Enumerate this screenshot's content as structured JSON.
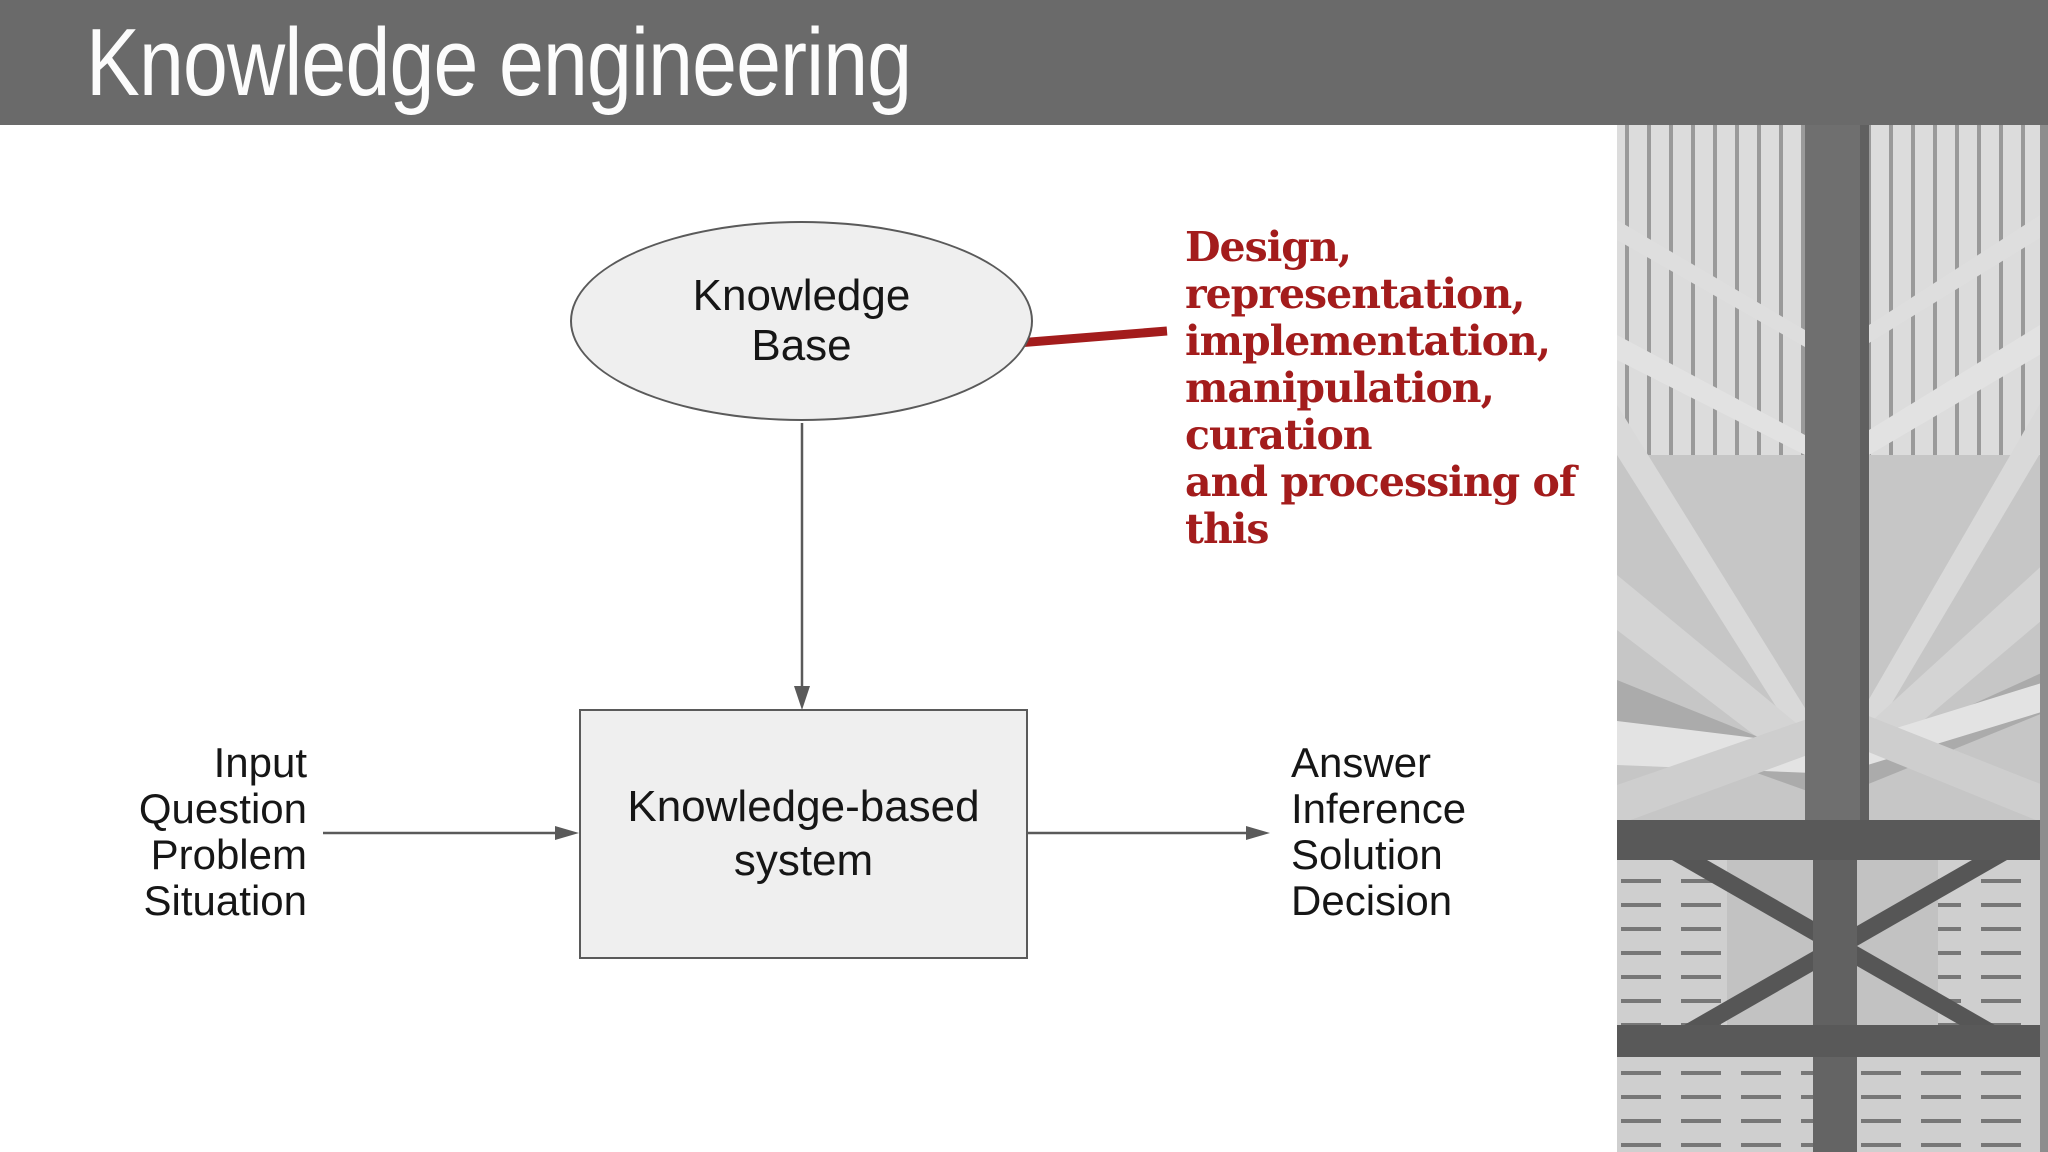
{
  "header": {
    "title": "Knowledge engineering"
  },
  "diagram": {
    "knowledge_base": {
      "lines": [
        "Knowledge",
        "Base"
      ]
    },
    "knowledge_based_system": {
      "lines": [
        "Knowledge-based",
        "system"
      ]
    },
    "inputs": [
      "Input",
      "Question",
      "Problem",
      "Situation"
    ],
    "outputs": [
      "Answer",
      "Inference",
      "Solution",
      "Decision"
    ],
    "annotation": {
      "lines": [
        "Design, representation,",
        "implementation,",
        "manipulation, curation",
        "and processing of this"
      ]
    }
  },
  "colors": {
    "header_bar": "#6a6a6a",
    "title_text": "#fcfcfc",
    "node_fill": "#efefef",
    "node_border": "#5a5a5a",
    "connector_gray": "#5a5a5a",
    "annotation_red": "#a31c1c",
    "body_text": "#161616"
  },
  "media": {
    "side_image": "grayscale-roof-truss-photograph"
  }
}
